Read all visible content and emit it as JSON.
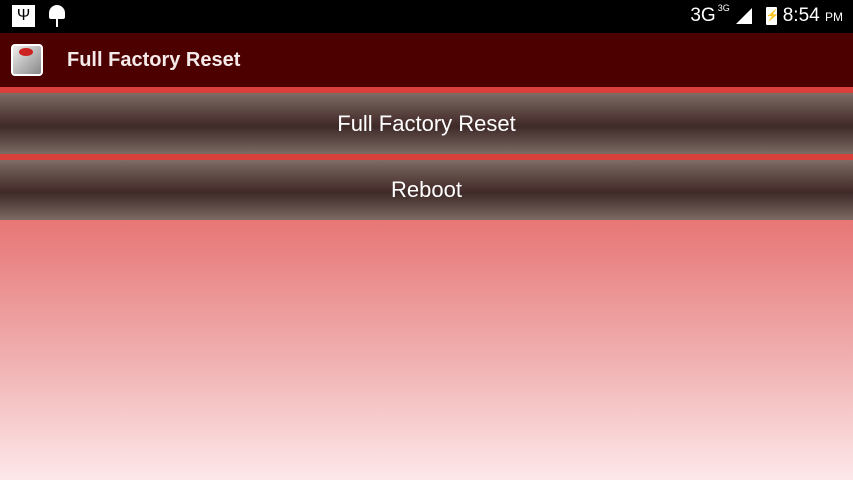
{
  "status_bar": {
    "network": "3G",
    "network_sup": "3G",
    "time": "8:54",
    "ampm": "PM"
  },
  "action_bar": {
    "title": "Full Factory Reset"
  },
  "buttons": {
    "reset": "Full Factory Reset",
    "reboot": "Reboot"
  }
}
